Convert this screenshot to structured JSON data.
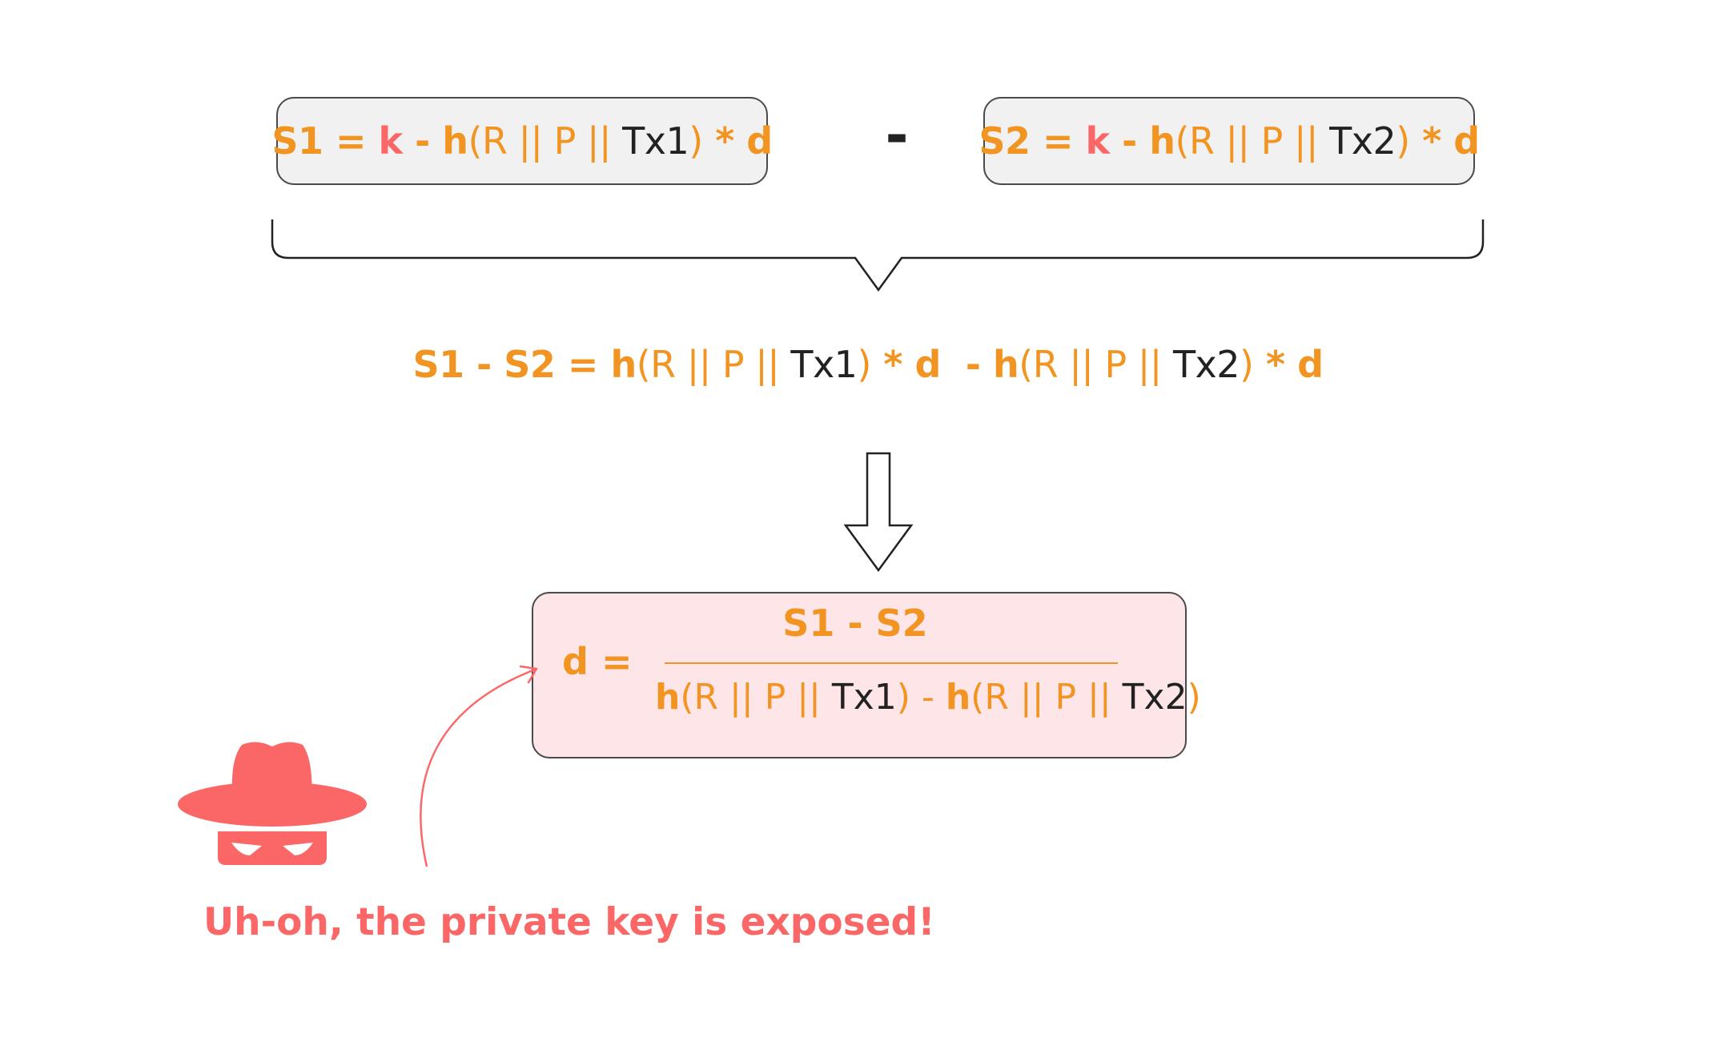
{
  "equations": {
    "s1": {
      "s_label": "S1",
      "equals": " = ",
      "k": "k",
      "minus": " - ",
      "h": "h",
      "open_paren": "(",
      "args": "R || P || ",
      "tx": "Tx1",
      "close_paren": ")",
      "times_d": " * d"
    },
    "between_minus": "-",
    "s2": {
      "s_label": "S2",
      "equals": " = ",
      "k": "k",
      "minus": " - ",
      "h": "h",
      "open_paren": "(",
      "args": "R || P || ",
      "tx": "Tx2",
      "close_paren": ")",
      "times_d": " * d"
    }
  },
  "difference": {
    "lhs": "S1 - S2 = ",
    "h1": "h",
    "open1": "(",
    "args1": "R || P || ",
    "tx1": "Tx1",
    "close1": ")",
    "times1": " * d  - ",
    "h2": "h",
    "open2": "(",
    "args2": "R || P || ",
    "tx2": "Tx2",
    "close2": ")",
    "times2": " * d"
  },
  "result": {
    "d_equals": "d =",
    "numerator": "S1 - S2",
    "den_h1": "h",
    "den_open1": "(",
    "den_args1": "R || P || ",
    "den_tx1": "Tx1",
    "den_close1": ")",
    "den_minus": " - ",
    "den_h2": "h",
    "den_open2": "(",
    "den_args2": "R || P || ",
    "den_tx2": "Tx2",
    "den_close2": ")"
  },
  "caption": "Uh-oh, the private key is exposed!",
  "icons": {
    "attacker": "spy-hat-mask-icon",
    "flow_arrow": "down-arrow-icon",
    "brace": "curly-brace",
    "pointer": "curved-arrow"
  },
  "colors": {
    "orange": "#f29421",
    "coral": "#fb6767",
    "dark": "#222222",
    "box_grey": "#f1f1f1",
    "box_pink": "#fde5e8"
  }
}
